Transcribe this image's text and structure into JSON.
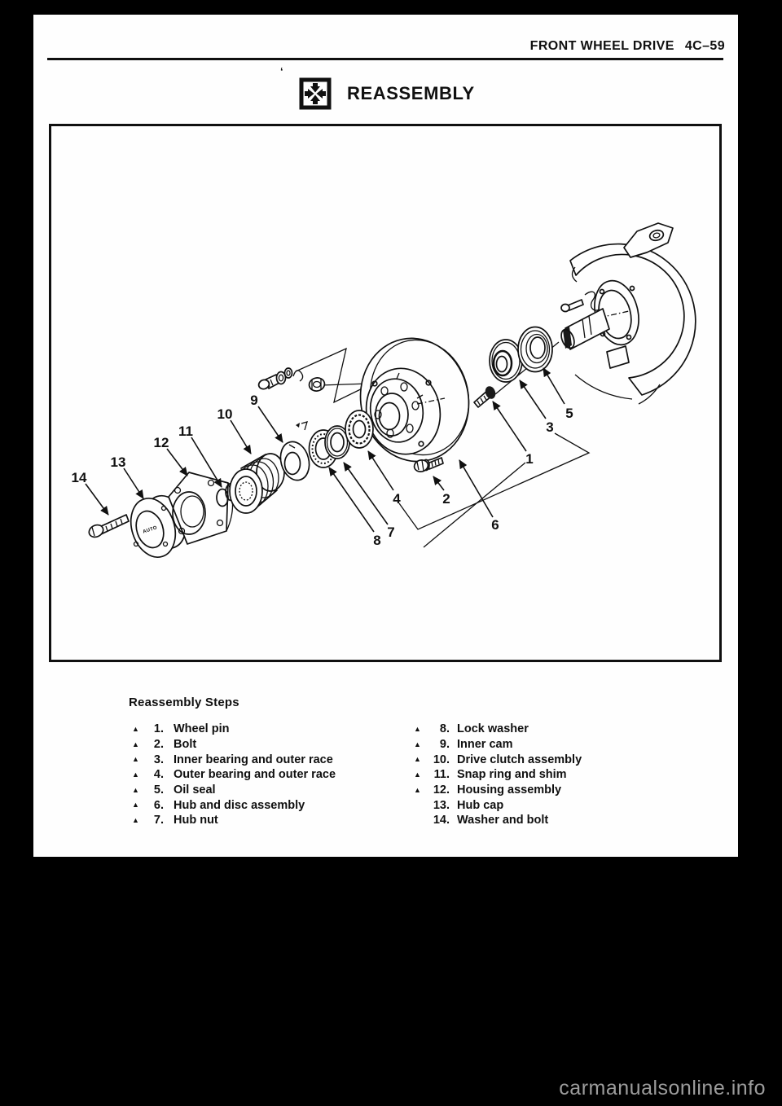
{
  "header": {
    "section_title": "FRONT WHEEL DRIVE",
    "page_code": "4C–59"
  },
  "title": {
    "label": "REASSEMBLY",
    "icon": "converging-arrows-icon",
    "stray_mark": "‘"
  },
  "diagram": {
    "hub_cap_text": "AUTO",
    "labels": [
      {
        "n": "1"
      },
      {
        "n": "2"
      },
      {
        "n": "3"
      },
      {
        "n": "4"
      },
      {
        "n": "5"
      },
      {
        "n": "6"
      },
      {
        "n": "7"
      },
      {
        "n": "8"
      },
      {
        "n": "9"
      },
      {
        "n": "10"
      },
      {
        "n": "11"
      },
      {
        "n": "12"
      },
      {
        "n": "13"
      },
      {
        "n": "14"
      }
    ]
  },
  "steps": {
    "heading": "Reassembly Steps",
    "left": [
      {
        "marker": "▲",
        "num": "1.",
        "label": "Wheel pin"
      },
      {
        "marker": "▲",
        "num": "2.",
        "label": "Bolt"
      },
      {
        "marker": "▲",
        "num": "3.",
        "label": "Inner bearing and outer race"
      },
      {
        "marker": "▲",
        "num": "4.",
        "label": "Outer bearing and outer race"
      },
      {
        "marker": "▲",
        "num": "5.",
        "label": "Oil seal"
      },
      {
        "marker": "▲",
        "num": "6.",
        "label": "Hub and disc assembly"
      },
      {
        "marker": "▲",
        "num": "7.",
        "label": "Hub nut"
      }
    ],
    "right": [
      {
        "marker": "▲",
        "num": "8.",
        "label": "Lock washer"
      },
      {
        "marker": "▲",
        "num": "9.",
        "label": "Inner cam"
      },
      {
        "marker": "▲",
        "num": "10.",
        "label": "Drive clutch assembly"
      },
      {
        "marker": "▲",
        "num": "11.",
        "label": "Snap ring and shim"
      },
      {
        "marker": "▲",
        "num": "12.",
        "label": "Housing assembly"
      },
      {
        "marker": "",
        "num": "13.",
        "label": "Hub cap"
      },
      {
        "marker": "",
        "num": "14.",
        "label": "Washer and bolt"
      }
    ]
  },
  "watermark": {
    "text": "carmanualsonline.info",
    "color": "#9c9c9c"
  },
  "colors": {
    "ink": "#101010",
    "paper": "#fefefe",
    "background": "#000000"
  }
}
